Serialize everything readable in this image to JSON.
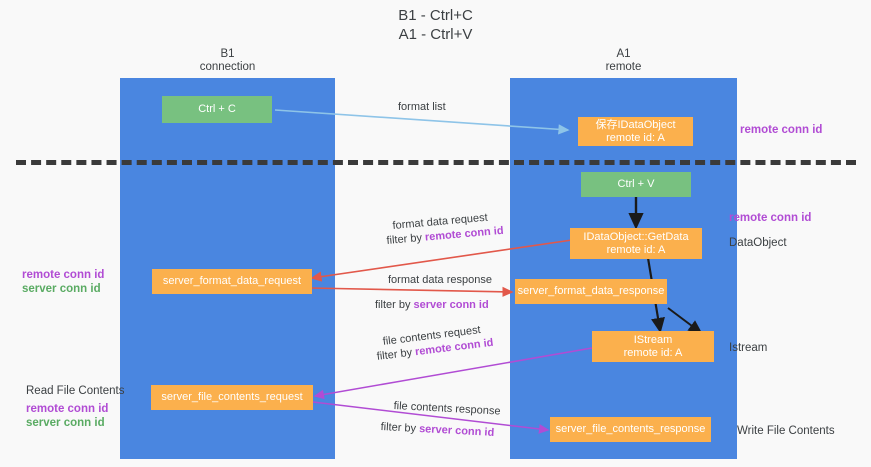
{
  "title": {
    "line1": "B1 - Ctrl+C",
    "line2": "A1 - Ctrl+V"
  },
  "columns": [
    {
      "name": "B1",
      "sub": "connection"
    },
    {
      "name": "A1",
      "sub": "remote"
    }
  ],
  "boxes": {
    "ctrl_c": {
      "label": "Ctrl + C",
      "color": "#78c180"
    },
    "ctrl_v": {
      "label": "Ctrl + V",
      "color": "#78c180"
    },
    "save_idataobject": {
      "line1": "保存IDataObject",
      "line2": "remote id: A",
      "color": "#fbb04d"
    },
    "getdata": {
      "line1": "IDataObject::GetData",
      "line2": "remote id: A",
      "color": "#fbb04d"
    },
    "istream": {
      "line1": "IStream",
      "line2": "remote id: A",
      "color": "#fbb04d"
    },
    "server_format_data_request": {
      "label": "server_format_data_request",
      "color": "#fbb04d"
    },
    "server_format_data_response": {
      "label": "server_format_data_response",
      "color": "#fbb04d"
    },
    "server_file_contents_request": {
      "label": "server_file_contents_request",
      "color": "#fbb04d"
    },
    "server_file_contents_response": {
      "label": "server_file_contents_response",
      "color": "#fbb04d"
    }
  },
  "edge_labels": {
    "format_list": "format list",
    "format_data_request": "format data request",
    "filter_by_remote_1_pre": "filter by ",
    "filter_by_remote_1_hl": "remote conn id",
    "format_data_response": "format data response",
    "filter_by_server_1_pre": "filter by ",
    "filter_by_server_1_hl": "server conn id",
    "file_contents_request": "file contents request",
    "filter_by_remote_2_pre": "filter by ",
    "filter_by_remote_2_hl": "remote conn id",
    "file_contents_response": "file contents response",
    "filter_by_server_2_pre": "filter by ",
    "filter_by_server_2_hl": "server conn id"
  },
  "annotations": {
    "right_remote_conn_id_top": "remote conn id",
    "right_remote_conn_id_mid": "remote conn id",
    "right_dataobject": "DataObject",
    "right_istream": "Istream",
    "right_write_file_contents": "Write File Contents",
    "left_remote_conn_id_mid": "remote conn id",
    "left_server_conn_id_mid": "server conn id",
    "left_read_file_contents": "Read File Contents",
    "left_remote_conn_id_bot": "remote conn id",
    "left_server_conn_id_bot": "server conn id"
  },
  "colors": {
    "lane": "#4a86e0",
    "green_box": "#78c180",
    "orange_box": "#fbb04d",
    "purple_text": "#b14cd4",
    "green_text": "#5aab63",
    "arrow_lightblue": "#8ec4e8",
    "arrow_red": "#e2584a",
    "arrow_magenta": "#b14cd4",
    "arrow_black": "#1a1a1a",
    "divider": "#3a3a3a",
    "background": "#f9f9f9"
  }
}
